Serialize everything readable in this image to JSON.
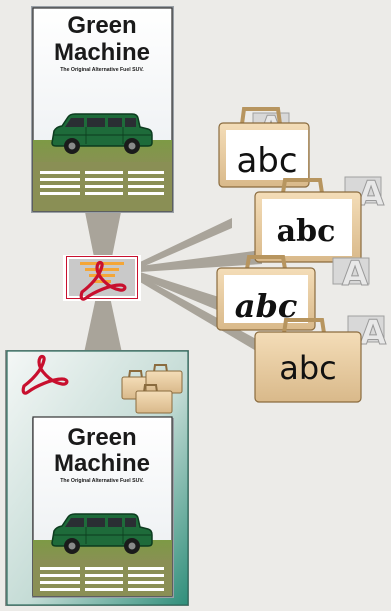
{
  "poster_top": {
    "title_line1": "Green",
    "title_line2": "Machine",
    "subtitle": "The Original Alternative Fuel SUV."
  },
  "poster_bottom": {
    "title_line1": "Green",
    "title_line2": "Machine",
    "subtitle": "The Original Alternative Fuel SUV."
  },
  "font_cases": [
    {
      "label": "abc",
      "style": "sans",
      "glyph_icon": "font-a-icon"
    },
    {
      "label": "abc",
      "style": "serif",
      "glyph_icon": "font-a-icon"
    },
    {
      "label": "abc",
      "style": "serif-italic",
      "glyph_icon": "font-a-icon"
    },
    {
      "label": "abc",
      "style": "light-sans",
      "glyph_icon": "font-a-icon"
    }
  ],
  "glyph_letter": "A",
  "colors": {
    "background": "#ecebe8",
    "acrobat_red": "#c8102e",
    "car_green": "#1e6b3a",
    "grass": "#6f8b3a",
    "case_tan": "#e2c59a",
    "connector": "#a9a49a"
  }
}
